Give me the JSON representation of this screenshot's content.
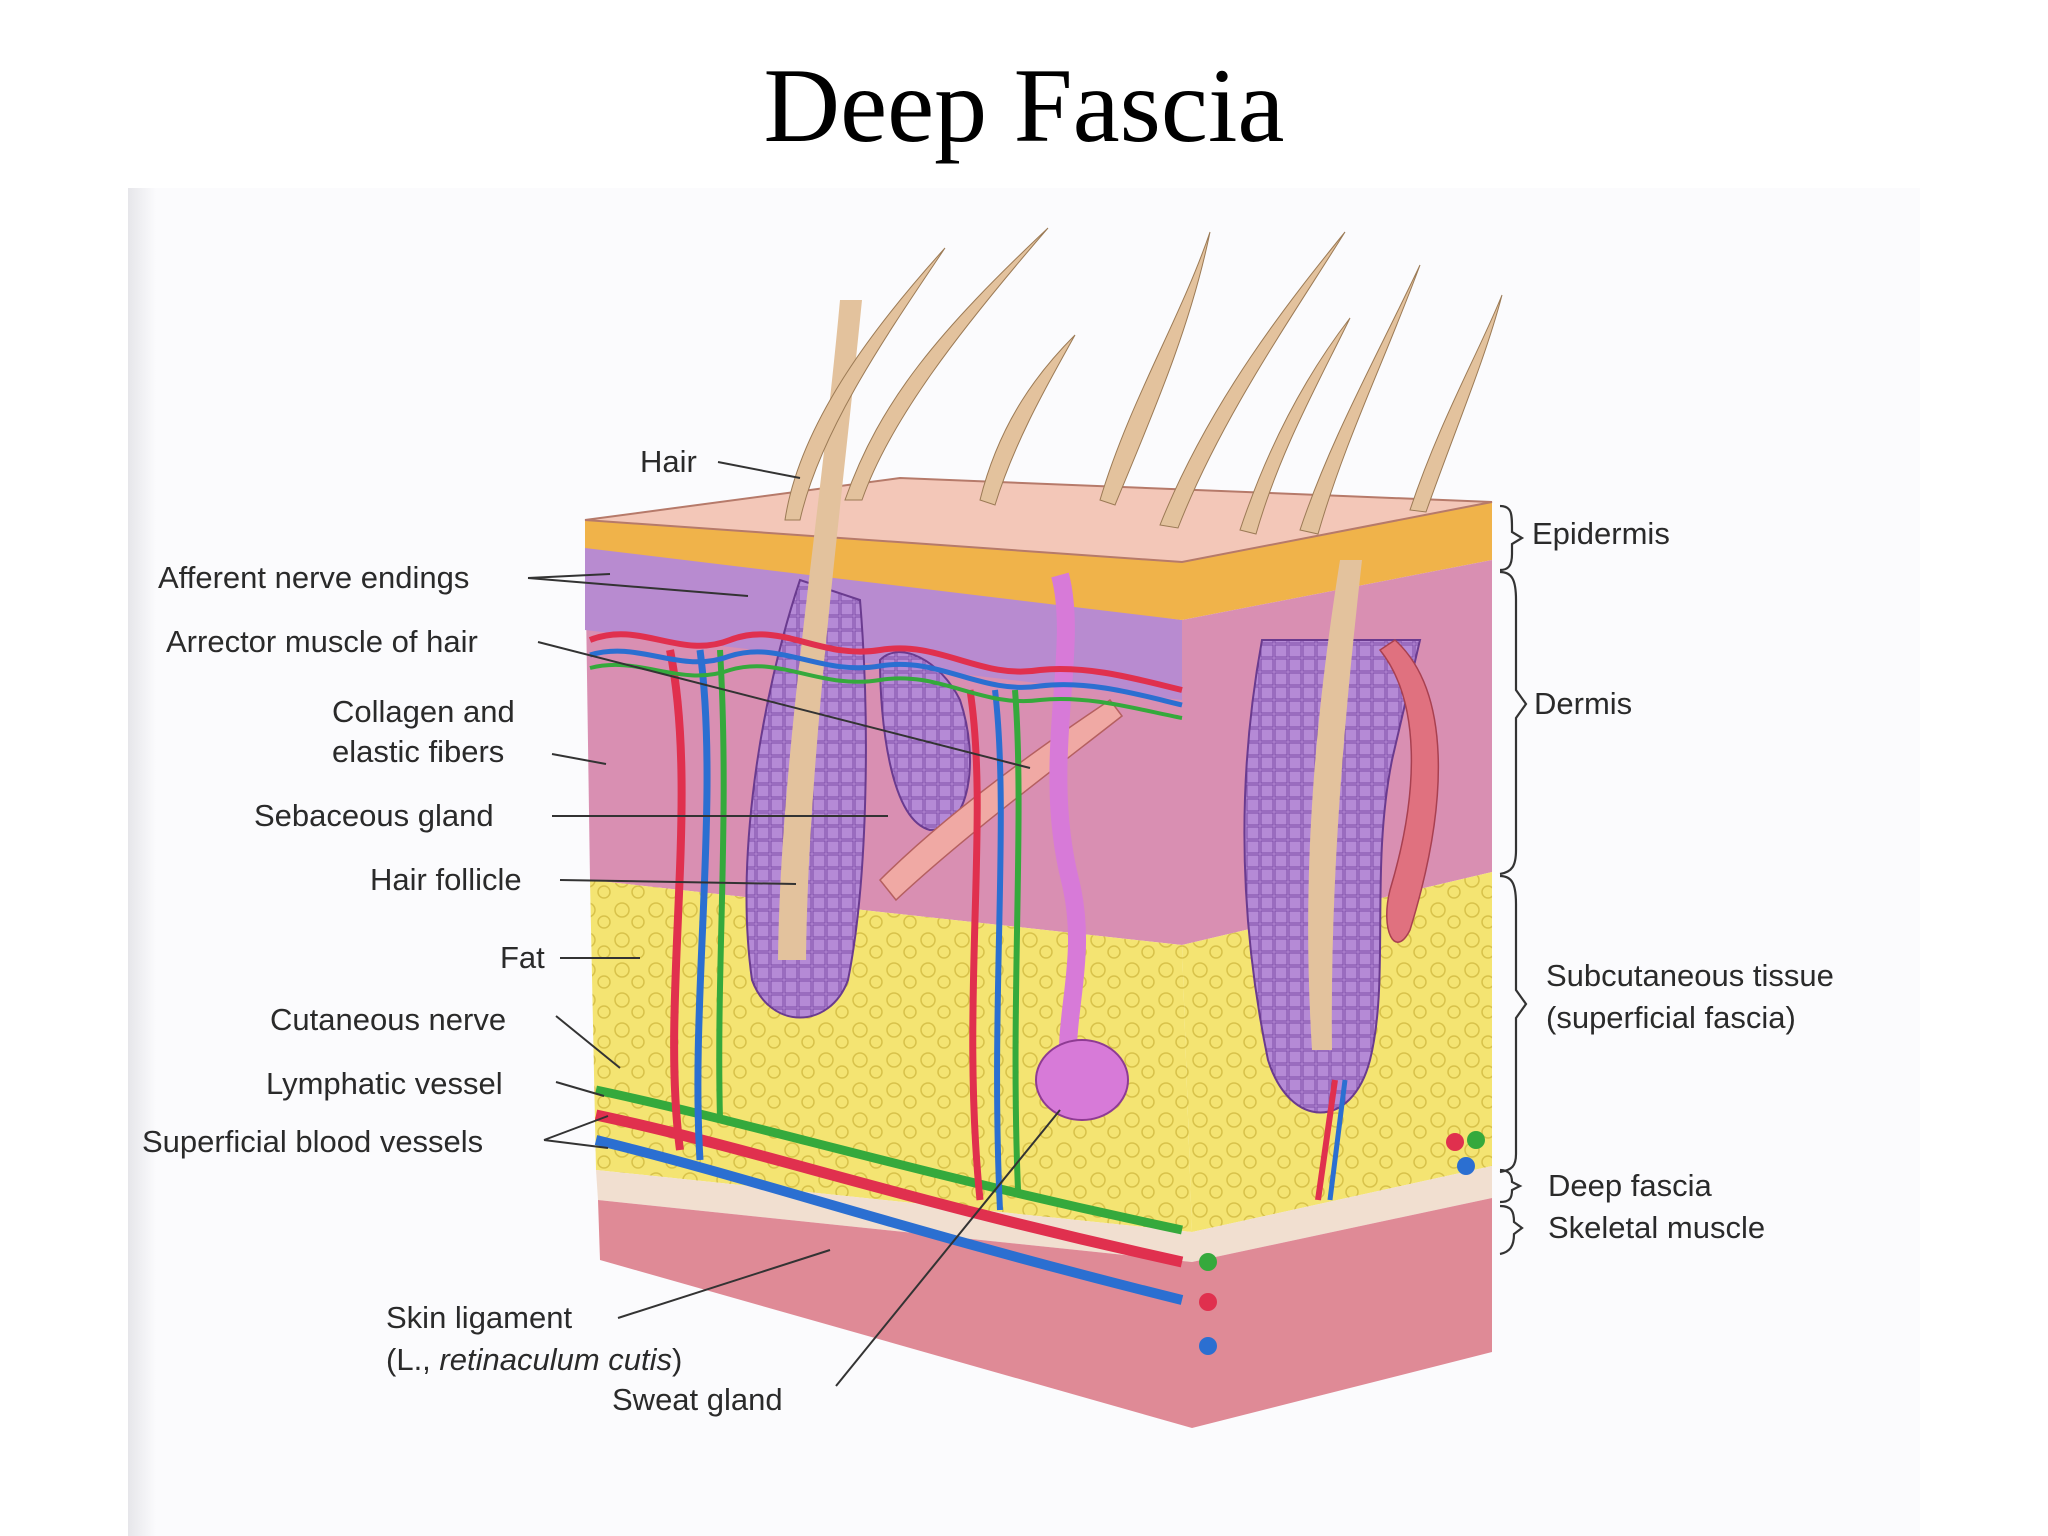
{
  "title": "Deep Fascia",
  "labels": {
    "hair": "Hair",
    "afferent_nerve_endings": "Afferent nerve endings",
    "arrector_muscle": "Arrector muscle of hair",
    "collagen_line1": "Collagen and",
    "collagen_line2": "elastic fibers",
    "sebaceous_gland": "Sebaceous gland",
    "hair_follicle": "Hair follicle",
    "fat": "Fat",
    "cutaneous_nerve": "Cutaneous nerve",
    "lymphatic_vessel": "Lymphatic vessel",
    "superficial_blood_vessels": "Superficial blood vessels",
    "skin_ligament": "Skin ligament",
    "retinaculum_prefix": "(L., ",
    "retinaculum_italic": "retinaculum cutis",
    "retinaculum_suffix": ")",
    "sweat_gland": "Sweat gland",
    "epidermis": "Epidermis",
    "dermis": "Dermis",
    "subcutaneous_line1": "Subcutaneous tissue",
    "subcutaneous_line2": "(superficial fascia)",
    "deep_fascia": "Deep fascia",
    "skeletal_muscle": "Skeletal muscle"
  },
  "colors": {
    "epidermis": "#f0b34a",
    "skin_surface": "#f3c7b8",
    "dermis": "#d98fb2",
    "dermis_papillary": "#b88bd0",
    "fat": "#f4e472",
    "deep_fascia": "#f1dfd0",
    "muscle": "#df8a96",
    "artery": "#e0304e",
    "vein": "#2b6fd1",
    "lymphatic": "#35a93c",
    "hair": "#e3c29d",
    "follicle": "#a65bc7",
    "sweat_gland": "#d77ad8"
  }
}
